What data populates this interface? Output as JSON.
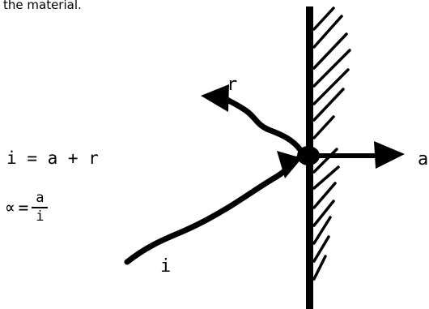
{
  "caption": "the material.",
  "equations": {
    "sum_lhs": "i",
    "sum_rhs": "= a + r",
    "alpha_symbol": "∝",
    "alpha_eq": "=",
    "alpha_num": "a",
    "alpha_den": "i"
  },
  "labels": {
    "reflected": "r",
    "absorbed": "a",
    "incident": "i"
  },
  "colors": {
    "ink": "#000000",
    "background": "#ffffff"
  }
}
